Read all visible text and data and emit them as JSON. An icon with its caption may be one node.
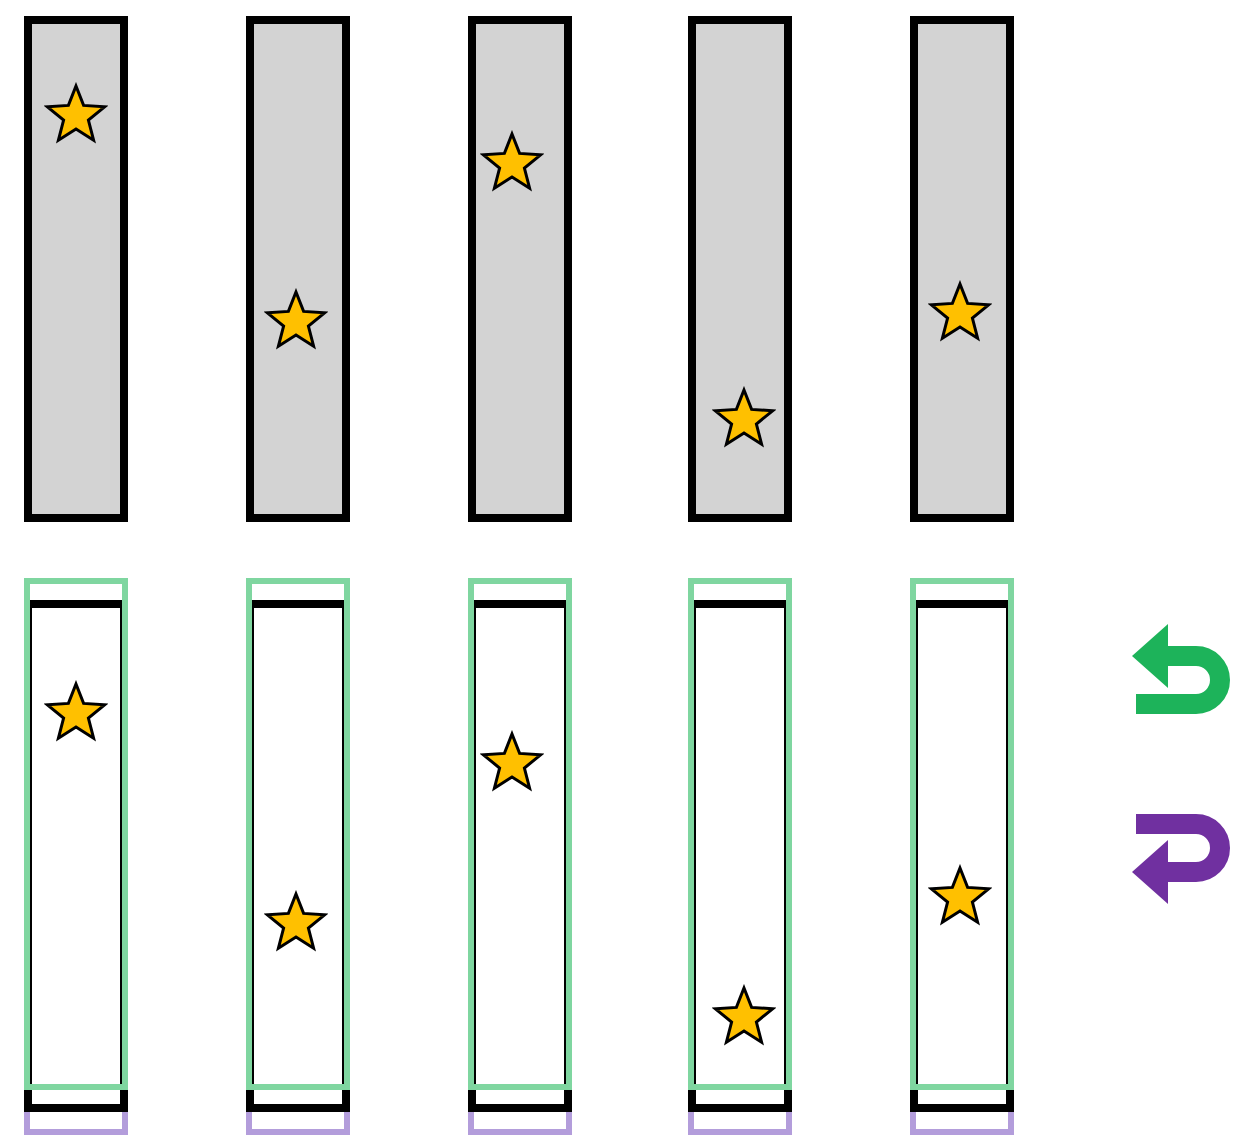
{
  "diagram": {
    "nodes": [
      {
        "text": [],
        "shape": "bar"
      },
      {
        "text": [],
        "shape": "bar"
      },
      {
        "text": [],
        "shape": "bar"
      },
      {
        "text": [],
        "shape": "bar"
      },
      {
        "text": [],
        "shape": "bar"
      },
      {
        "text": [],
        "shape": "bar"
      },
      {
        "text": [],
        "shape": "bar"
      },
      {
        "text": [],
        "shape": "bar"
      },
      {
        "text": [],
        "shape": "bar"
      },
      {
        "text": [],
        "shape": "bar"
      },
      {
        "text": [],
        "shape": "star",
        "in": 0
      },
      {
        "text": [],
        "shape": "star",
        "in": 1
      },
      {
        "text": [],
        "shape": "star",
        "in": 2
      },
      {
        "text": [],
        "shape": "star",
        "in": 3
      },
      {
        "text": [],
        "shape": "star",
        "in": 4
      },
      {
        "text": [],
        "shape": "star",
        "in": 5
      },
      {
        "text": [],
        "shape": "star",
        "in": 6
      },
      {
        "text": [],
        "shape": "star",
        "in": 7
      },
      {
        "text": [],
        "shape": "star",
        "in": 8
      },
      {
        "text": [],
        "shape": "star",
        "in": 9
      }
    ]
  }
}
